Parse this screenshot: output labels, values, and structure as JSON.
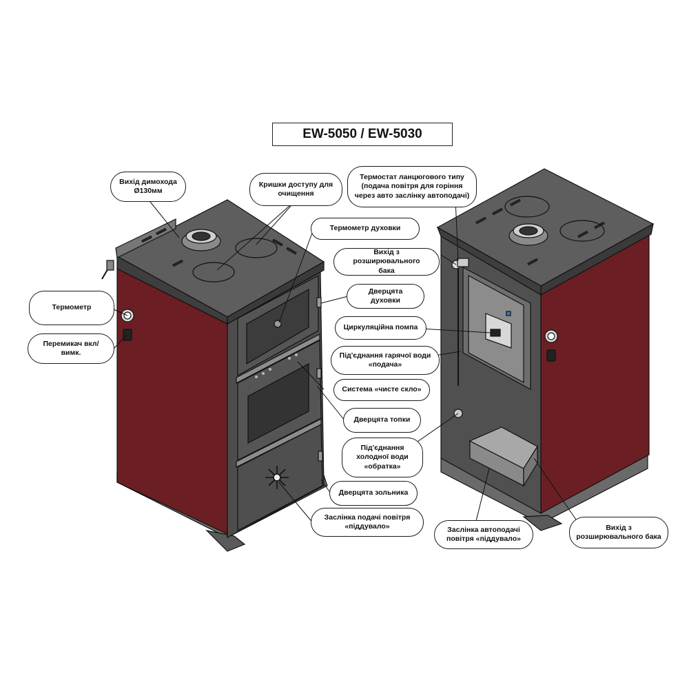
{
  "title": "EW-5050 / EW-5030",
  "colors": {
    "body": "#6b1f24",
    "body_dark": "#4e1519",
    "steel_top": "#5d5d5d",
    "steel_front": "#4a4a4a",
    "outline": "#111111"
  },
  "callouts": {
    "chimney": "Вихід димохода\nØ130мм",
    "cleaning_covers": "Кришки доступу для\nочищення",
    "chain_thermostat": "Термостат ланцюгового типу\n(подача повітря для горіння\nчерез авто заслінку автоподачі)",
    "oven_thermometer": "Термометр духовки",
    "expansion_outlet_top": "Вихід з розширювального\nбака",
    "thermometer": "Термометр",
    "oven_door": "Дверцята духовки",
    "circulation_pump": "Циркуляційна помпа",
    "on_off_switch": "Перемикач вкл/вимк.",
    "hot_water_supply": "Під'єднання гарячої води\n«подача»",
    "clean_glass": "Система «чисте скло»",
    "firebox_door": "Дверцята топки",
    "cold_water_return": "Під'єднання\nхолодної води\n«обратка»",
    "ash_door": "Дверцята зольника",
    "air_damper_front": "Заслінка подачі повітря\n«піддувало»",
    "auto_damper": "Заслінка автоподачі\nповітря «піддувало»",
    "expansion_outlet_bottom": "Вихід з\nрозширювального бака"
  }
}
